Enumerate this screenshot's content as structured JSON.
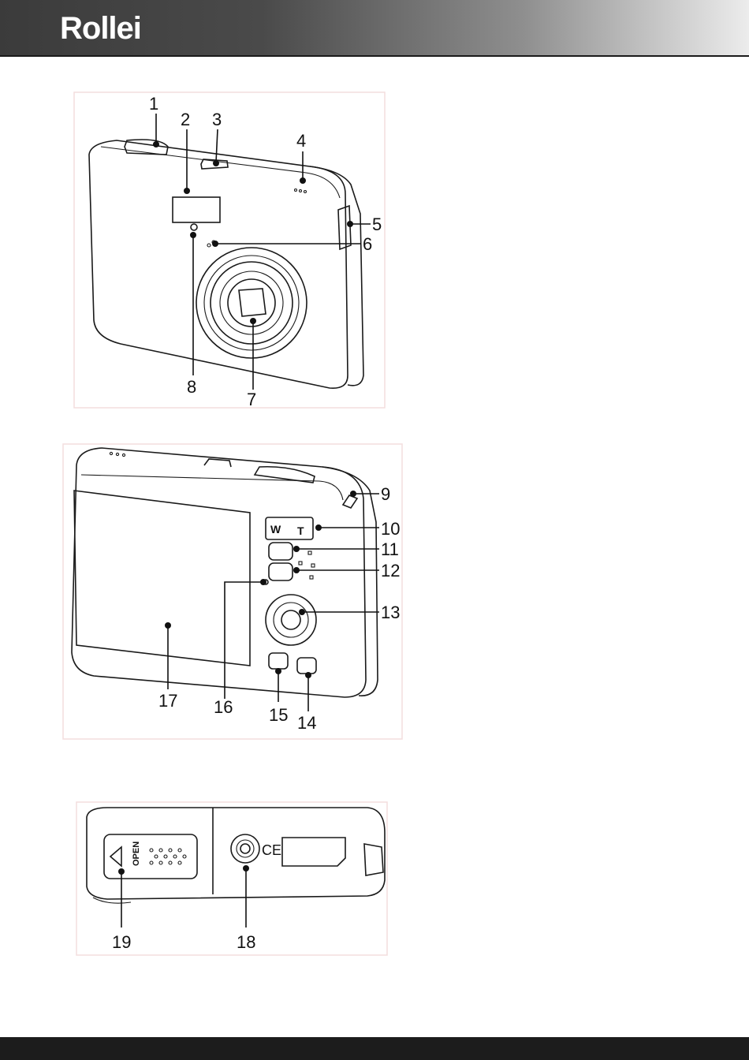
{
  "brand": {
    "logo_text": "Rollei"
  },
  "figures": [
    {
      "view": "front",
      "callouts": [
        "1",
        "2",
        "3",
        "4",
        "5",
        "6",
        "7",
        "8"
      ]
    },
    {
      "view": "back",
      "callouts": [
        "9",
        "10",
        "11",
        "12",
        "13",
        "14",
        "15",
        "16",
        "17"
      ],
      "zoom_rocker": {
        "w": "W",
        "t": "T"
      }
    },
    {
      "view": "bottom",
      "callouts": [
        "18",
        "19"
      ],
      "battery_door_text": "OPEN",
      "ce_mark": "CE"
    }
  ]
}
